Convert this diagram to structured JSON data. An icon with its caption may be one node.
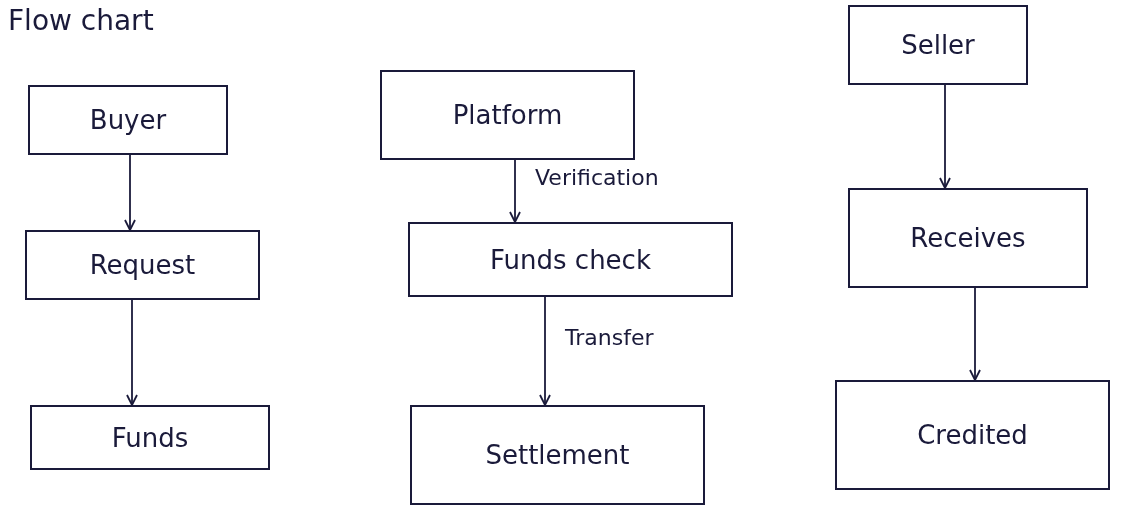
{
  "diagram": {
    "title": "Flow chart",
    "nodes": [
      {
        "text": [
          "Buyer"
        ]
      },
      {
        "text": [
          "Request"
        ]
      },
      {
        "text": [
          "Funds"
        ]
      },
      {
        "text": [
          "Platform"
        ]
      },
      {
        "text": [
          "Funds check"
        ]
      },
      {
        "text": [
          "Settlement"
        ]
      },
      {
        "text": [
          "Seller"
        ]
      },
      {
        "text": [
          "Receives"
        ]
      },
      {
        "text": [
          "Credited"
        ]
      }
    ],
    "edges": [
      {
        "from": 0,
        "to": 1,
        "arrow": "to"
      },
      {
        "from": 1,
        "to": 2,
        "arrow": "to"
      },
      {
        "from": 3,
        "to": 4,
        "arrow": "to",
        "label": "Verification"
      },
      {
        "from": 4,
        "to": 5,
        "arrow": "to",
        "label": "Transfer"
      },
      {
        "from": 6,
        "to": 7,
        "arrow": "to"
      },
      {
        "from": 7,
        "to": 8,
        "arrow": "to"
      }
    ]
  }
}
